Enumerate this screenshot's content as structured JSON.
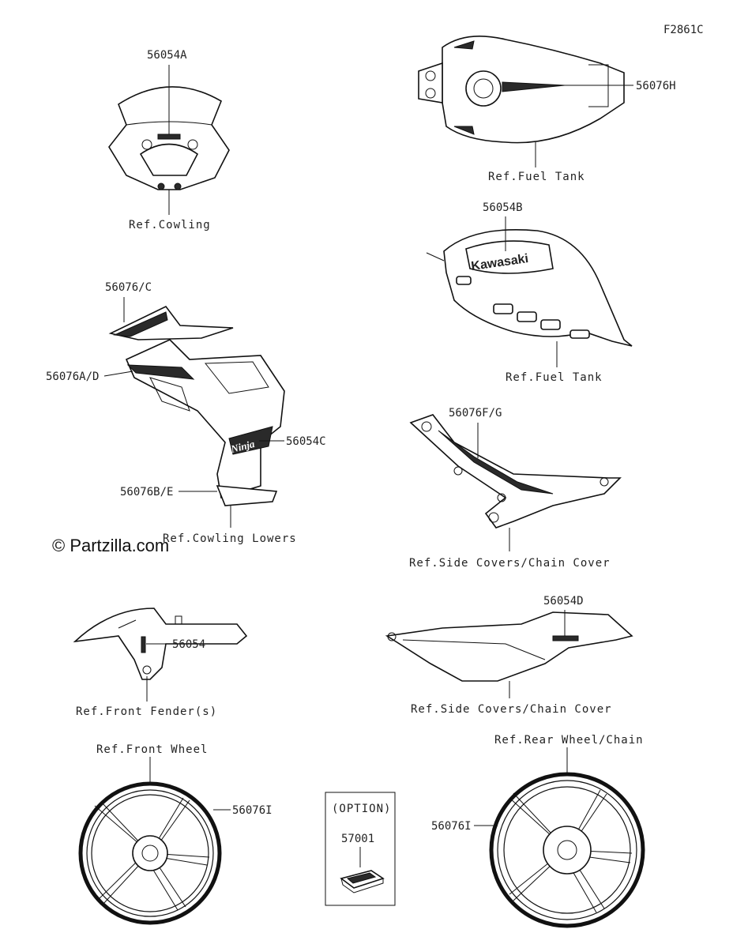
{
  "figure_code": "F2861C",
  "watermark": "© Partzilla.com",
  "callouts": {
    "c1": "56054A",
    "c2": "56076H",
    "c3": "56054B",
    "c4": "56076/C",
    "c5": "56076A/D",
    "c6": "56054C",
    "c7": "56076B/E",
    "c8": "56076F/G",
    "c9": "56054D",
    "c10": "56054",
    "c11": "56076I",
    "c12": "56076I",
    "c13": "57001"
  },
  "refs": {
    "r1": "Ref.Cowling",
    "r2": "Ref.Fuel Tank",
    "r3": "Ref.Fuel Tank",
    "r4": "Ref.Cowling Lowers",
    "r5": "Ref.Side Covers/Chain Cover",
    "r6": "Ref.Front Fender(s)",
    "r7": "Ref.Side Covers/Chain Cover",
    "r8": "Ref.Front Wheel",
    "r9": "Ref.Rear Wheel/Chain"
  },
  "option_box": {
    "title": "(OPTION)"
  },
  "tank_logo": "Kawasaki",
  "cowl_logo": "Ninja"
}
